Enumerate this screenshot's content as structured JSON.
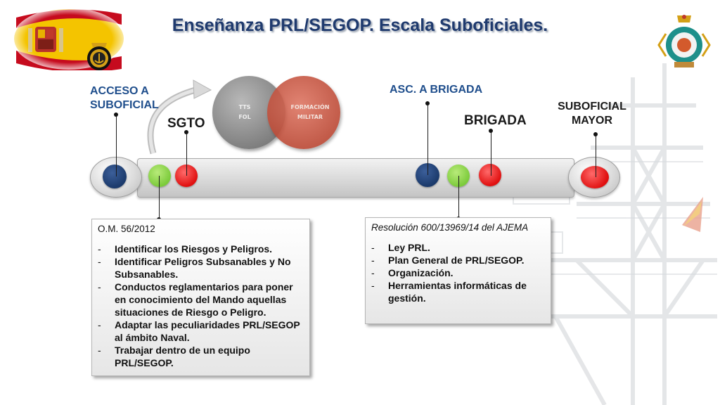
{
  "title": "Enseñanza PRL/SEGOP. Escala Suboficiales.",
  "labels": {
    "acceso": "ACCESO A SUBOFICIAL",
    "sgto": "SGTO",
    "asc_brigada": "ASC. A BRIGADA",
    "brigada": "BRIGADA",
    "suboficial_mayor": "SUBOFICIAL MAYOR"
  },
  "circles": {
    "gray": {
      "line1": "TTS",
      "line2": "FOL"
    },
    "red": {
      "line1": "FORMACIÓN",
      "line2": "MILITAR"
    }
  },
  "box_left": {
    "header": "O.M. 56/2012",
    "items": [
      "Identificar los Riesgos y Peligros.",
      "Identificar Peligros Subsanables y No Subsanables.",
      "Conductos reglamentarios para poner en conocimiento del Mando aquellas situaciones de Riesgo o Peligro.",
      "Adaptar las peculiaridades PRL/SEGOP al ámbito Naval.",
      "Trabajar dentro de un equipo PRL/SEGOP."
    ]
  },
  "box_right": {
    "header": "Resolución 600/13969/14 del AJEMA",
    "items": [
      "Ley PRL.",
      "Plan General de PRL/SEGOP.",
      "Organización.",
      "Herramientas informáticas de gestión."
    ]
  },
  "colors": {
    "title": "#1f3a6e",
    "label_blue": "#1f4e8c",
    "navy_dot": "#1b3a6b",
    "green_dot": "#7ccb3b",
    "red_dot": "#e01010"
  },
  "icons": [
    "spain-flag-icon",
    "anchor-badge-icon",
    "navy-emblem-icon",
    "curved-arrow-icon"
  ]
}
